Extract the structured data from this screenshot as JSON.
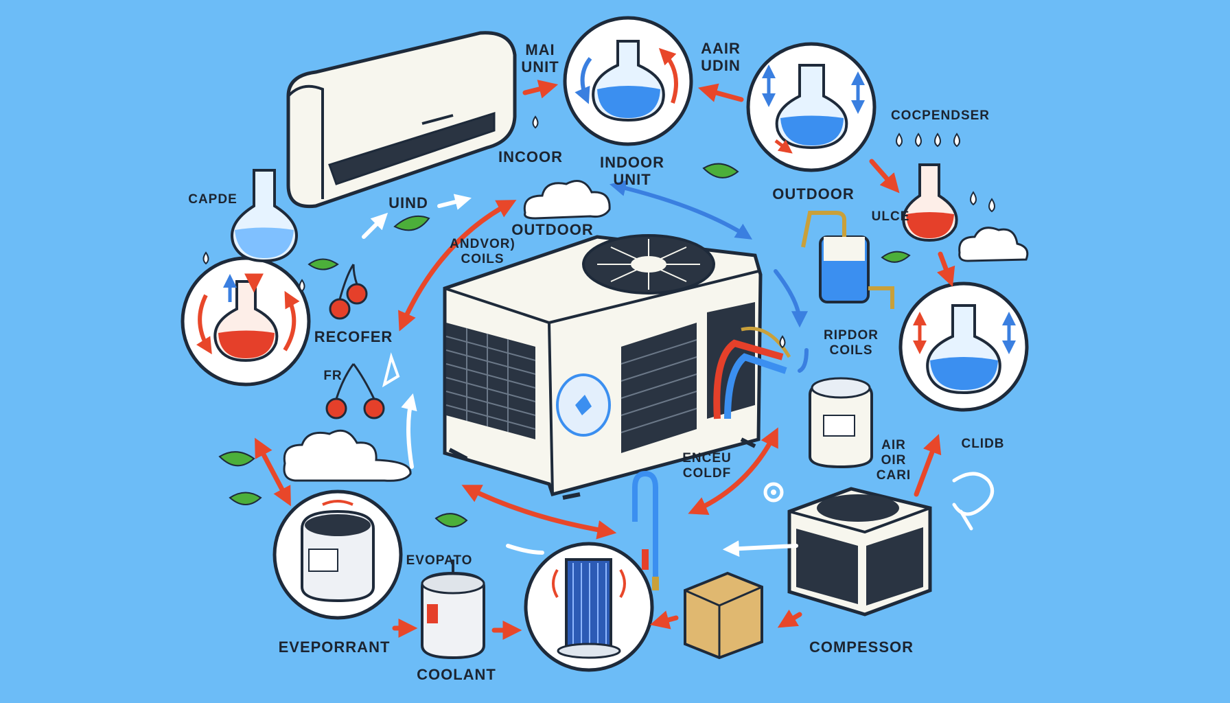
{
  "labels": {
    "mai_unit": "MAI\nUNIT",
    "aair_udin": "AAIR\nUDIN",
    "cocpendser": "COCPENDSER",
    "incoor": "INCOOR",
    "indoor_unit": "INDOOR UNIT",
    "outdoor_right": "OUTDOOR",
    "capde": "CAPDE",
    "uind": "UIND",
    "outdoor_center": "OUTDOOR",
    "ulce": "ULCE",
    "andvor_coils": "ANDVOR)\nCOILS",
    "recofer": "RECOFER",
    "fr": "FR",
    "ripdor_coils": "RIPDOR\nCOILS",
    "air_oir_cari": "AIR\nOIR\nCARI",
    "clidb": "CLIDB",
    "enceu_coldf": "ENCEU\nCOLDF",
    "evopato": "EVOPATO",
    "everporrant": "EVEPORRANT",
    "coolant": "COOLANT",
    "compessor": "COMPESSOR"
  },
  "colors": {
    "background": "#6cbcf7",
    "arrow_red": "#e8472a",
    "arrow_blue": "#3a7fe0",
    "liquid_blue": "#3b8ff0",
    "liquid_red": "#e5402a",
    "unit_white": "#f7f6ee",
    "outline": "#1e2a3a",
    "leaf_green": "#4caf3a"
  }
}
